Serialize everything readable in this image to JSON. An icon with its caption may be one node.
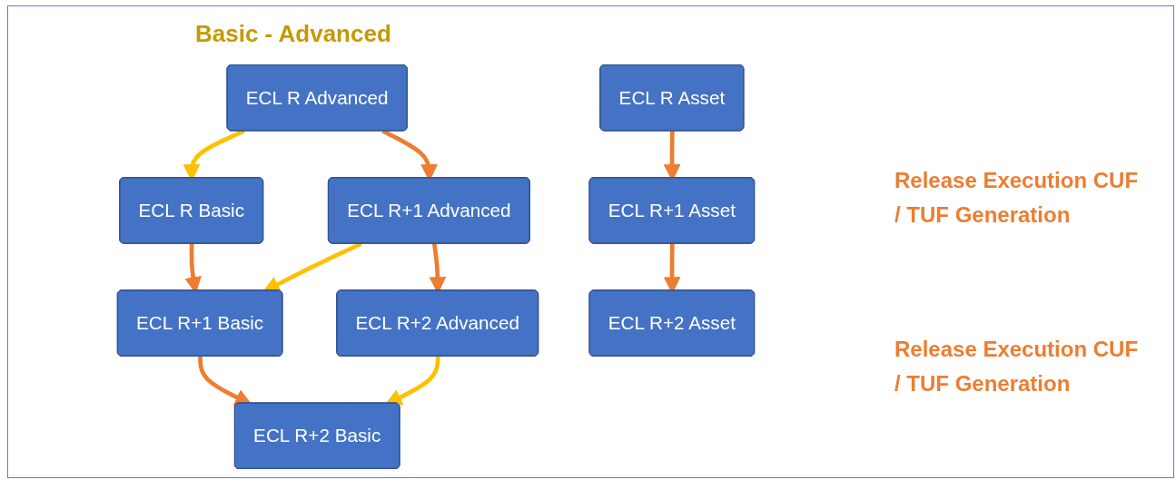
{
  "diagram": {
    "title": "Basic - Advanced",
    "nodes": [
      {
        "text": [
          "ECL R Basic"
        ]
      },
      {
        "text": [
          "ECL R Advanced"
        ]
      },
      {
        "text": [
          "ECL R Asset"
        ]
      },
      {
        "text": [
          "ECL R+1 Basic"
        ]
      },
      {
        "text": [
          "ECL R+1 Advanced"
        ]
      },
      {
        "text": [
          "ECL R+1 Asset"
        ]
      },
      {
        "text": [
          "ECL R+2 Basic"
        ]
      },
      {
        "text": [
          "ECL R+2 Advanced"
        ]
      },
      {
        "text": [
          "ECL R+2 Asset"
        ]
      }
    ],
    "edges": [
      {
        "from": 1,
        "to": 0,
        "arrow": "to",
        "color": "#ffc000"
      },
      {
        "from": 0,
        "to": 3,
        "arrow": "to"
      },
      {
        "from": 1,
        "to": 4,
        "arrow": "to"
      },
      {
        "from": 2,
        "to": 5,
        "arrow": "to"
      },
      {
        "from": 4,
        "to": 3,
        "arrow": "to",
        "color": "#ffc000"
      },
      {
        "from": 3,
        "to": 6,
        "arrow": "to"
      },
      {
        "from": 4,
        "to": 7,
        "arrow": "to"
      },
      {
        "from": 5,
        "to": 8,
        "arrow": "to"
      },
      {
        "from": 7,
        "to": 6,
        "arrow": "to",
        "color": "#ffc000"
      }
    ],
    "labels": [
      "Release Execution CUF / TUF Generation",
      "Release Execution CUF / TUF Generation"
    ]
  }
}
